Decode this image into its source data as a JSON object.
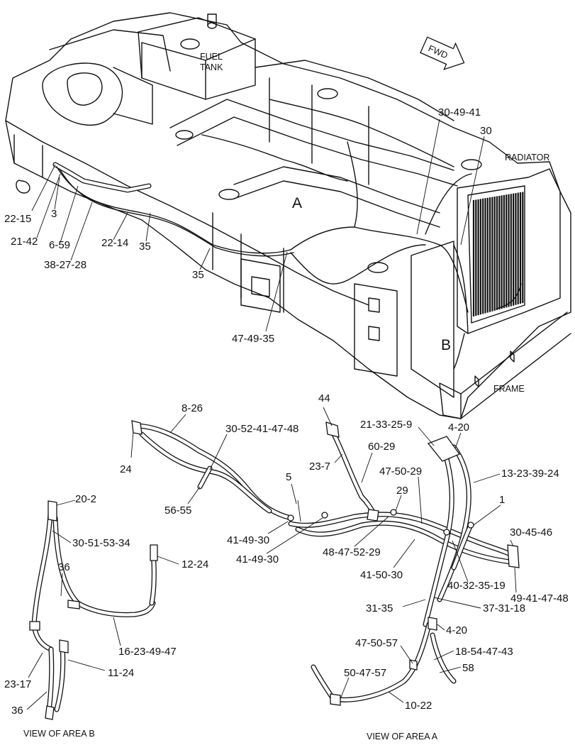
{
  "overview": {
    "fuel_tank": [
      "FUEL",
      "TANK"
    ],
    "fwd": "FWD",
    "radiator": "RADIATOR",
    "frame": "FRAME",
    "area_a": "A",
    "area_b": "B"
  },
  "callouts_overview": {
    "c_22_15": "22-15",
    "c_3": "3",
    "c_21_42": "21-42",
    "c_6_59": "6-59",
    "c_38_27_28": "38-27-28",
    "c_22_14": "22-14",
    "c_35a": "35",
    "c_35b": "35",
    "c_47_49_35": "47-49-35",
    "c_30_49_41": "30-49-41",
    "c_30": "30"
  },
  "callouts_view_a": {
    "c_8_26": "8-26",
    "c_24": "24",
    "c_30_52_41_47_48": "30-52-41-47-48",
    "c_56_55": "56-55",
    "c_44": "44",
    "c_23_7": "23-7",
    "c_60_29": "60-29",
    "c_21_33_25_9": "21-33-25-9",
    "c_4_20a": "4-20",
    "c_13_23_39_24": "13-23-39-24",
    "c_47_50_29": "47-50-29",
    "c_29": "29",
    "c_5": "5",
    "c_1": "1",
    "c_41_49_30a": "41-49-30",
    "c_41_49_30b": "41-49-30",
    "c_48_47_52_29": "48-47-52-29",
    "c_41_50_30": "41-50-30",
    "c_30_45_46": "30-45-46",
    "c_40_32_35_19": "40-32-35-19",
    "c_49_41_47_48": "49-41-47-48",
    "c_31_35": "31-35",
    "c_37_31_18": "37-31-18",
    "c_4_20b": "4-20",
    "c_47_50_57": "47-50-57",
    "c_18_54_47_43": "18-54-47-43",
    "c_58": "58",
    "c_50_47_57": "50-47-57",
    "c_10_22": "10-22"
  },
  "callouts_view_b": {
    "c_20_2": "20-2",
    "c_30_51_53_34": "30-51-53-34",
    "c_12_24": "12-24",
    "c_36a": "36",
    "c_16_23_49_47": "16-23-49-47",
    "c_11_24": "11-24",
    "c_23_17": "23-17",
    "c_36b": "36"
  },
  "captions": {
    "view_b": "VIEW OF AREA  B",
    "view_a": "VIEW OF AREA  A"
  }
}
